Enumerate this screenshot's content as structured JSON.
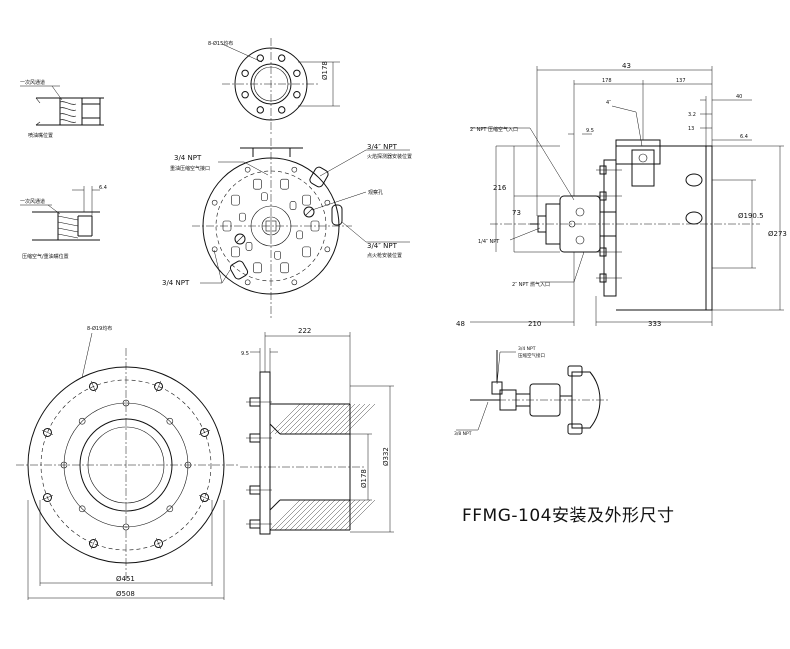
{
  "title": "FFMG-104安装及外形尺寸",
  "detail_top_left": {
    "label_channel": "一次风通道",
    "caption": "喷油嘴位置"
  },
  "detail_mid_left": {
    "label_channel": "一次风通道",
    "dim": "6.4",
    "caption": "压缩空气/重油嘴位置"
  },
  "top_flange": {
    "holes": "8-Ø15均布",
    "dia": "Ø178"
  },
  "front_view": {
    "npt_34_top": "3/4″ NPT",
    "npt_34_top_desc": "火焰探测器安装位置",
    "npt_34_left": "3/4 NPT",
    "npt_34_left_desc": "重油压缩空气接口",
    "observe": "观察孔",
    "npt_34_right": "3/4″ NPT",
    "npt_34_right_desc": "点火枪安装位置",
    "npt_34_bottom": "3/4 NPT"
  },
  "side_view": {
    "overall": "43",
    "d178": "178",
    "d137": "137",
    "d4": "4″",
    "d40": "40",
    "d32": "3.2",
    "d13": "13",
    "d64": "6.4",
    "npt2_top": "2″ NPT 压缩空气入口",
    "d95": "9.5",
    "d216": "216",
    "d73": "73",
    "npt14": "1/4″ NPT",
    "d1905": "Ø190.5",
    "d273": "Ø273",
    "npt2_bot": "2″ NPT 燃气入口",
    "d48": "48",
    "d210": "210",
    "d333": "333"
  },
  "small_detail": {
    "npt34": "3/4 NPT",
    "npt34_desc": "压缩空气接口",
    "npt38": "3/8 NPT"
  },
  "bottom_left": {
    "holes": "8-Ø19均布",
    "d451": "Ø451",
    "d508": "Ø508"
  },
  "bottom_right": {
    "d222": "222",
    "d95": "9.5",
    "d332": "Ø332",
    "d178": "Ø178"
  }
}
